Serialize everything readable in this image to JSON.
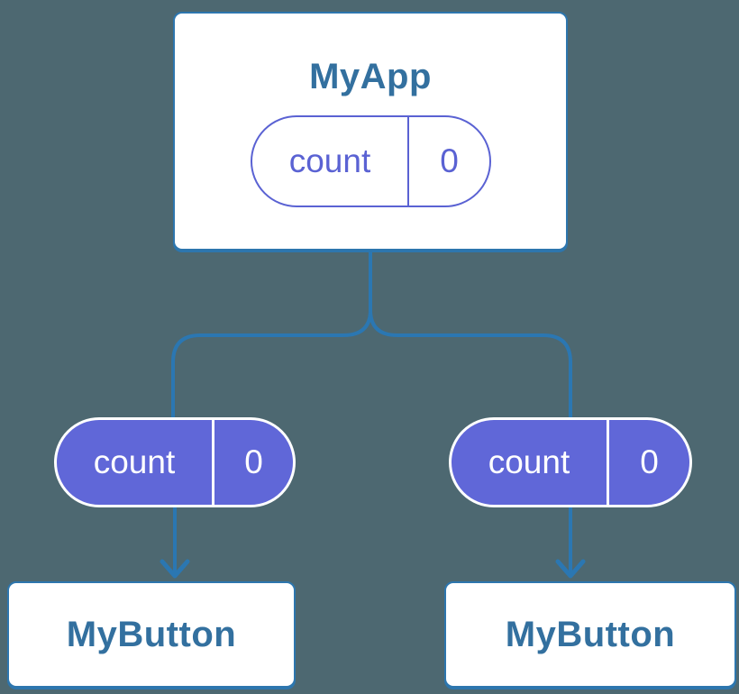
{
  "theme": {
    "bg": "#4d6871",
    "line": "#2b77b2",
    "node-border": "#2d76ae",
    "node-bg": "#ffffff",
    "blue-text": "#33709f",
    "purple-fill": "#6067d8",
    "purple-line": "#5a62d3",
    "pill-text-light": "#ffffff"
  },
  "root": {
    "title": "MyApp",
    "state": {
      "name": "count",
      "value": "0"
    }
  },
  "children": [
    {
      "title": "MyButton",
      "state": {
        "name": "count",
        "value": "0"
      }
    },
    {
      "title": "MyButton",
      "state": {
        "name": "count",
        "value": "0"
      }
    }
  ]
}
